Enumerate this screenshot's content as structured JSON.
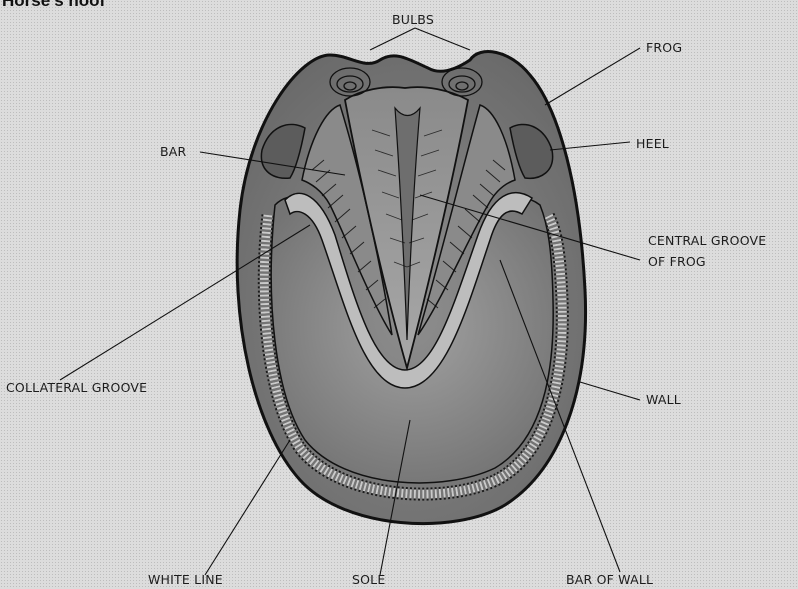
{
  "title": "Horse's hoof",
  "labels": {
    "bulbs": "BULBS",
    "frog": "FROG",
    "bar": "BAR",
    "heel": "HEEL",
    "central_groove_line1": "CENTRAL GROOVE",
    "central_groove_line2": "OF FROG",
    "collateral_groove": "COLLATERAL GROOVE",
    "wall": "WALL",
    "white_line": "WHITE LINE",
    "sole": "SOLE",
    "bar_of_wall": "BAR OF WALL"
  },
  "colors": {
    "wall": "#7a7a7a",
    "sole": "#8c8c8c",
    "collateral_groove": "#bdbdbd",
    "frog": "#9a9a9a",
    "outline": "#111111"
  }
}
